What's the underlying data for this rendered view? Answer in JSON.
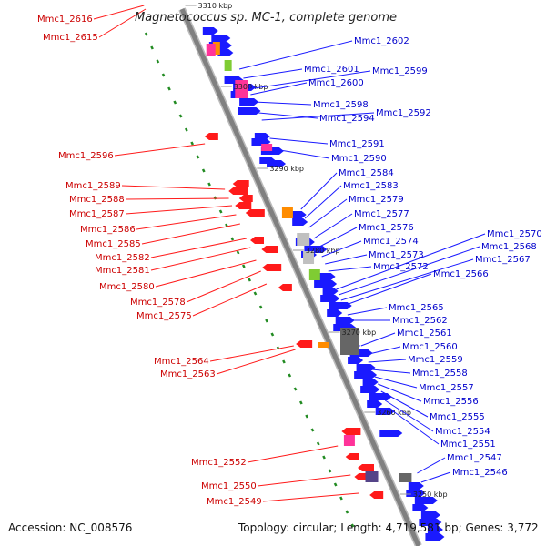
{
  "title": "Magnetococcus sp. MC-1, complete genome",
  "footer": {
    "accession": "Accession: NC_008576",
    "topology": "Topology: circular; Length: 4,719,581 bp; Genes: 3,772"
  },
  "colors": {
    "forward": "#1a1aff",
    "reverse": "#ff1a1a",
    "forward_label": "#0000cc",
    "reverse_label": "#cc0000",
    "backbone": "#808080",
    "gc_dots": "#228b22",
    "other_feature_colors": [
      "#ff8c00",
      "#ff3399",
      "#7fcc33",
      "#c0c0c0",
      "#666666",
      "#554488"
    ]
  },
  "scale": {
    "unit": "kbp",
    "ticks": [
      "3310 kbp",
      "3300 kbp",
      "3290 kbp",
      "3280 kbp",
      "3270 kbp",
      "3260 kbp",
      "3250 kbp"
    ]
  },
  "reverse_labels": [
    "Mmc1_2616",
    "Mmc1_2615",
    "Mmc1_2596",
    "Mmc1_2589",
    "Mmc1_2588",
    "Mmc1_2587",
    "Mmc1_2586",
    "Mmc1_2585",
    "Mmc1_2582",
    "Mmc1_2581",
    "Mmc1_2580",
    "Mmc1_2578",
    "Mmc1_2575",
    "Mmc1_2564",
    "Mmc1_2563",
    "Mmc1_2552",
    "Mmc1_2550",
    "Mmc1_2549"
  ],
  "forward_labels": [
    "Mmc1_2602",
    "Mmc1_2601",
    "Mmc1_2599",
    "Mmc1_2600",
    "Mmc1_2598",
    "Mmc1_2594",
    "Mmc1_2592",
    "Mmc1_2591",
    "Mmc1_2590",
    "Mmc1_2584",
    "Mmc1_2583",
    "Mmc1_2579",
    "Mmc1_2577",
    "Mmc1_2576",
    "Mmc1_2574",
    "Mmc1_2573",
    "Mmc1_2572",
    "Mmc1_2570",
    "Mmc1_2568",
    "Mmc1_2567",
    "Mmc1_2566",
    "Mmc1_2565",
    "Mmc1_2562",
    "Mmc1_2561",
    "Mmc1_2560",
    "Mmc1_2559",
    "Mmc1_2558",
    "Mmc1_2557",
    "Mmc1_2556",
    "Mmc1_2555",
    "Mmc1_2554",
    "Mmc1_2551",
    "Mmc1_2547",
    "Mmc1_2546"
  ]
}
